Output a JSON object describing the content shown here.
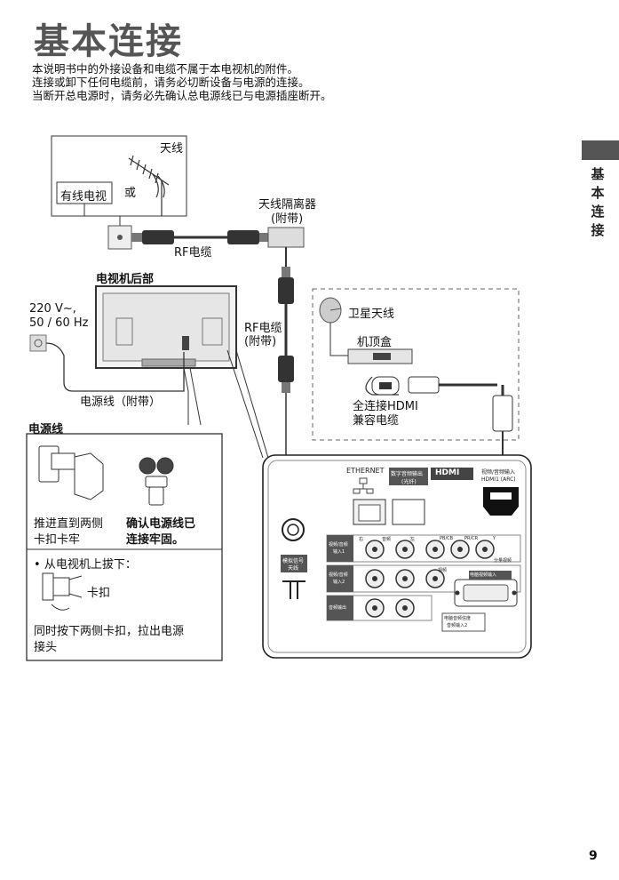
{
  "page_title": "基本连接",
  "intro_lines": [
    "本说明书中的外接设备和电缆不属于本电视机的附件。",
    "连接或卸下任何电缆前，请务必切断设备与电源的连接。",
    "当断开总电源时，请务必先确认总电源线已与电源插座断开。"
  ],
  "side_tab_text": "基本连接",
  "page_number": "9",
  "diagram": {
    "antenna_label": "天线",
    "cable_tv_label": "有线电视",
    "or_label": "或",
    "rf_cable_label": "RF电缆",
    "isolator_label": "天线隔离器",
    "isolator_note": "(附带)",
    "tv_rear_label": "电视机后部",
    "voltage_label": "220 V~,",
    "frequency_label": "50 / 60 Hz",
    "rf_cable2_label": "RF电缆",
    "rf_cable2_note": "(附带)",
    "power_cord_label": "电源线（附带）",
    "satellite_label": "卫星天线",
    "stb_label": "机顶盒",
    "hdmi_cable_line1": "全连接HDMI",
    "hdmi_cable_line2": "兼容电缆"
  },
  "power_section": {
    "heading": "电源线",
    "push_text_line1": "推进直到两侧",
    "push_text_line2": "卡扣卡牢",
    "confirm_line1": "确认电源线已",
    "confirm_line2": "连接牢固。",
    "unplug_heading": "从电视机上拔下：",
    "clip_label": "卡扣",
    "press_text_line1": "同时按下两侧卡扣，拉出电源",
    "press_text_line2": "接头"
  },
  "panel": {
    "ethernet_label": "ETHERNET",
    "digital_audio_line1": "数字音频输出",
    "digital_audio_line2": "(光纤)",
    "hdmi_logo": "HDMI",
    "hdmi_input_line1": "视频/音频输入",
    "hdmi_input_line2": "HDMI1  (ARC)",
    "analog_antenna_line1": "模拟信号",
    "analog_antenna_line2": "天线",
    "av1_line1": "视频/音频",
    "av1_line2": "输入1",
    "av2_line1": "视频/音频",
    "av2_line2": "输入2",
    "audio_out": "音频输出",
    "pc_input": "电脑视频输入",
    "pc_audio_line1": "电脑音频信度",
    "pc_audio_line2": "音频输入2",
    "component_label": "分量视频",
    "right_label": "右",
    "left_label": "左",
    "audio_label": "音频",
    "video_label": "视频",
    "pb_label": "PB/CB",
    "pr_label": "PR/CR",
    "y_label": "Y"
  }
}
